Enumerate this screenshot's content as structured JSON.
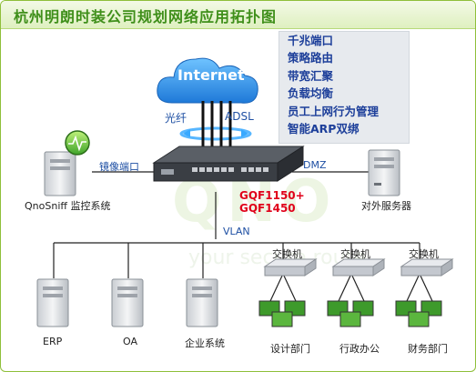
{
  "title": "杭州明朗时装公司规划网络应用拓扑图",
  "internet_label": "Internet",
  "link_fiber": "光纤",
  "link_adsl": "ADSL",
  "features": [
    "千兆端口",
    "策略路由",
    "带宽汇聚",
    "负载均衡",
    "员工上网行为管理",
    "智能ARP双绑"
  ],
  "mirror_port": "镜像端口",
  "monitor_label": "QnoSniff 监控系统",
  "dmz_label": "DMZ",
  "external_server_label": "对外服务器",
  "model_labels": [
    "GQF1150+",
    "GQF1450"
  ],
  "vlan_label": "VLAN",
  "switch_labels": [
    "交换机",
    "交换机",
    "交换机"
  ],
  "servers": [
    "ERP",
    "OA",
    "企业系统"
  ],
  "departments": [
    "设计部门",
    "行政办公",
    "财务部门"
  ],
  "watermark_logo": "QNO",
  "watermark_slogan": "your secure route",
  "colors": {
    "title": "#3f8f1a",
    "features": "#1d3f9a",
    "labels": "#1e4fa3",
    "model": "#e0001a"
  }
}
